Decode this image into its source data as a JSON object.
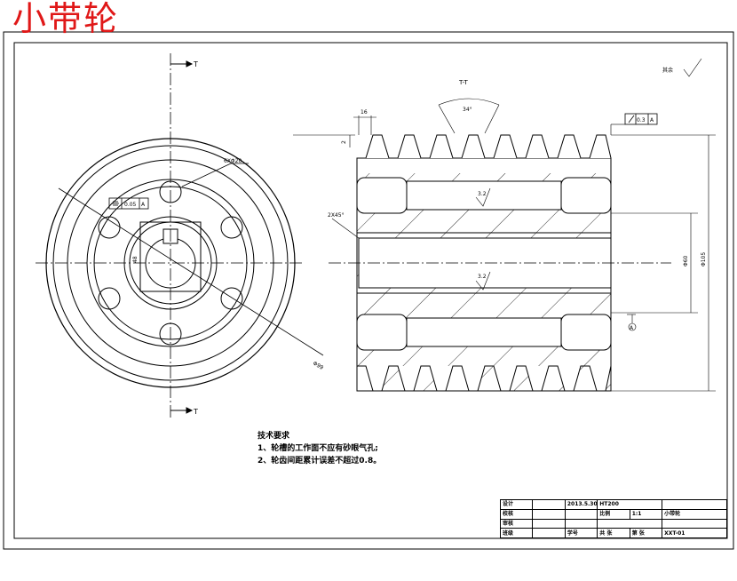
{
  "title": "小带轮",
  "labels": {
    "section_top": "T",
    "section_bottom": "T",
    "section_view": "T-T",
    "roughness_other": "其余",
    "groove_angle": "34°",
    "pitch_width": "16",
    "groove_top": "2",
    "keyway_depth": "48",
    "hole_dia": "6XΦ20",
    "outer_dia": "Φ99",
    "chamfer": "2X45°",
    "bore_dia": "Φ60",
    "od_dim": "Φ105",
    "rough_1": "3.2",
    "rough_2": "3.2",
    "datum": "A",
    "tol_runout": "0.3",
    "tol_sym": "0.05",
    "datum_a": "A",
    "datum_b": "A"
  },
  "tech_req": {
    "heading": "技术要求",
    "line1": "1、轮槽的工作面不应有砂眼气孔;",
    "line2": "2、轮齿间距累计误差不超过0.8。"
  },
  "title_block": {
    "designer": "设计",
    "date": "2013.5.30",
    "material": "HT200",
    "check": "校核",
    "scale_label": "比例",
    "scale": "1:1",
    "part": "小带轮",
    "review": "审核",
    "class": "班级",
    "student_no": "学号",
    "sheet_total": "共",
    "sheet_word": "张",
    "sheet_no": "第",
    "sheet_word2": "张",
    "code": "XXT-01"
  }
}
